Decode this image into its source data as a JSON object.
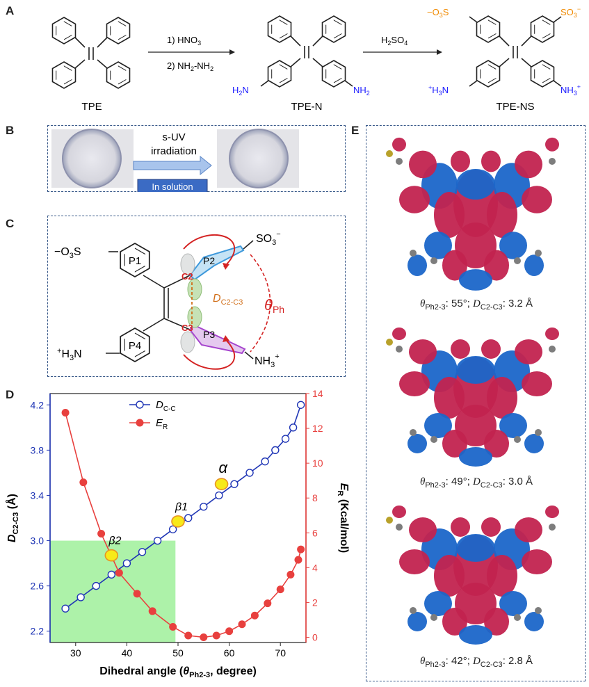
{
  "panels": {
    "a": "A",
    "b": "B",
    "c": "C",
    "d": "D",
    "e": "E"
  },
  "scheme": {
    "tpe_label": "TPE",
    "tpen_label": "TPE-N",
    "tpens_label": "TPE-NS",
    "step1_line1": "1) HNO",
    "step1_line1_sub": "3",
    "step1_line2": "2) NH",
    "step1_line2_sub1": "2",
    "step1_line2_mid": "-NH",
    "step1_line2_sub2": "2",
    "step2_reagent": "H",
    "step2_reagent_sub": "2",
    "step2_reagent_tail": "SO",
    "step2_reagent_sub2": "4",
    "amine_left": "H",
    "amine_left_sub": "2",
    "amine_left_tail": "N",
    "amine_right": "NH",
    "amine_right_sub": "2",
    "sulfo_left": "−O",
    "sulfo_left_sub": "3",
    "sulfo_left_tail": "S",
    "sulfo_right": "SO",
    "sulfo_right_sub": "3",
    "sulfo_right_sup": "−",
    "ammonium_left_sup": "+",
    "ammonium_left": "H",
    "ammonium_left_sub": "3",
    "ammonium_left_tail": "N",
    "ammonium_right": "NH",
    "ammonium_right_sub": "3",
    "ammonium_right_sup": "+",
    "amine_color": "#1a1aff",
    "sulfo_color": "#f08a00"
  },
  "panel_b": {
    "line1": "s-UV",
    "line2": "irradiation",
    "badge": "In solution",
    "badge_color": "#3b6bc4"
  },
  "panel_c": {
    "left_sulfo": "−O",
    "left_sulfo_sub": "3",
    "left_sulfo_tail": "S",
    "right_sulfo": "SO",
    "right_sulfo_sub": "3",
    "right_sulfo_sup": "−",
    "ring_p1": "P1",
    "ring_p2": "P2",
    "ring_p3": "P3",
    "ring_p4": "P4",
    "c2": "C2",
    "c3": "C3",
    "dist_label": "D",
    "dist_sub": "C2-C3",
    "theta_label": "θ",
    "theta_sub": "Ph",
    "left_amm_sup": "+",
    "left_amm": "H",
    "left_amm_sub": "3",
    "left_amm_tail": "N",
    "right_amm": "NH",
    "right_amm_sub": "3",
    "right_amm_sup": "+"
  },
  "chart_data": {
    "type": "line",
    "xlabel": "Dihedral angle (θPh2-3, degree)",
    "ylabel_left": "DC2-C3 (Å)",
    "ylabel_right": "ER (Kcal/mol)",
    "xlim": [
      25,
      75
    ],
    "ylim_left": [
      2.1,
      4.3
    ],
    "ylim_right": [
      -0.3,
      14
    ],
    "x_ticks": [
      30,
      40,
      50,
      60,
      70
    ],
    "y_left_ticks": [
      2.2,
      2.6,
      3.0,
      3.4,
      3.8,
      4.2
    ],
    "y_right_ticks": [
      0,
      2,
      4,
      6,
      8,
      10,
      12,
      14
    ],
    "legend": [
      "DC-C",
      "ER"
    ],
    "legend_position": "top-left",
    "series": [
      {
        "name": "DC-C",
        "axis": "left",
        "color": "#1f35b5",
        "x": [
          28,
          31,
          34,
          37,
          40,
          43,
          46,
          49,
          52,
          55,
          58,
          61,
          64,
          67,
          69,
          71,
          72.5,
          74
        ],
        "y": [
          2.4,
          2.5,
          2.6,
          2.7,
          2.8,
          2.9,
          3.0,
          3.1,
          3.2,
          3.3,
          3.4,
          3.5,
          3.6,
          3.7,
          3.8,
          3.9,
          4.0,
          4.2
        ]
      },
      {
        "name": "ER",
        "axis": "right",
        "color": "#e8403e",
        "x": [
          28,
          31.5,
          35,
          38.5,
          42,
          45,
          49,
          52,
          55,
          57.5,
          60,
          62.5,
          65,
          67.5,
          70,
          72,
          73.5,
          74
        ],
        "y": [
          12.9,
          8.9,
          5.95,
          3.7,
          2.5,
          1.5,
          0.6,
          0.1,
          0.0,
          0.1,
          0.35,
          0.75,
          1.25,
          1.95,
          2.75,
          3.6,
          4.45,
          5.05
        ]
      }
    ],
    "markers": [
      {
        "label": "β2",
        "x": 37,
        "y": 2.87
      },
      {
        "label": "β1",
        "x": 50,
        "y": 3.17
      },
      {
        "label": "α",
        "x": 58.5,
        "y": 3.5
      }
    ],
    "highlight": {
      "x_range": [
        25,
        49.5
      ],
      "y_range": [
        2.1,
        3.0
      ],
      "color": "#9ff09a"
    }
  },
  "panel_e": {
    "captions": [
      {
        "theta": "55°",
        "dist": "3.2 Å"
      },
      {
        "theta": "49°",
        "dist": "3.0 Å"
      },
      {
        "theta": "42°",
        "dist": "2.8 Å"
      }
    ],
    "theta_symbol": "θ",
    "theta_sub": "Ph2-3",
    "dist_symbol": "D",
    "dist_sub": "C2-C3",
    "lobe_red": "#c2234f",
    "lobe_blue": "#1b66c9"
  }
}
